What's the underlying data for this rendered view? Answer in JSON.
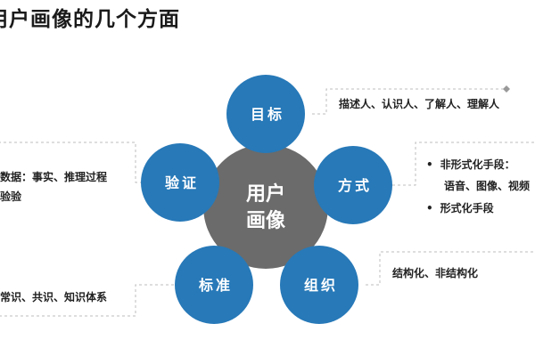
{
  "title": "用户画像的几个方面",
  "center": {
    "line1": "用户",
    "line2": "画像"
  },
  "nodes": {
    "goal": "目标",
    "method": "方式",
    "organization": "组织",
    "standard": "标准",
    "validation": "验证"
  },
  "descriptions": {
    "goal": "描述人、认识人、了解人、理解人",
    "method_items": [
      "非形式化手段：",
      "语音、图像、视频",
      "形式化手段"
    ],
    "organization": "结构化、非结构化",
    "standard": "常识、共识、知识体系",
    "validation_line1": "数据：事实、推理过程",
    "validation_line2": "验验"
  },
  "colors": {
    "node_blue": "#2779b8",
    "center_gray": "#6b6b6b",
    "connector": "#bdbdbd",
    "accent": "#999999"
  }
}
